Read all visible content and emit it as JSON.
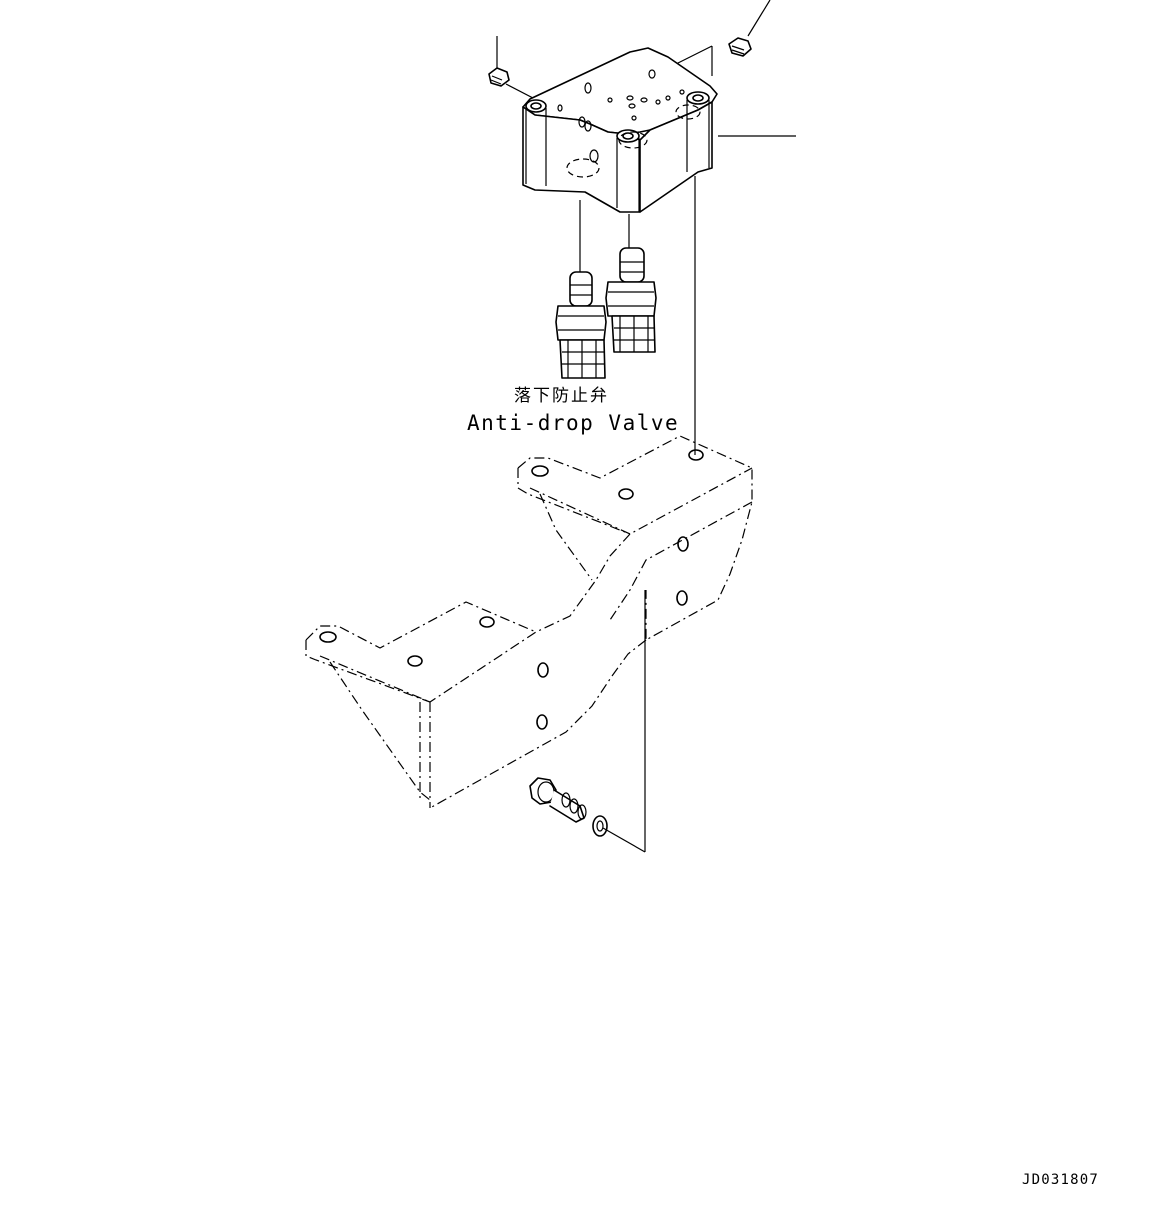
{
  "diagram": {
    "label_japanese": "落下防止弁",
    "label_english": "Anti-drop Valve",
    "drawing_id": "JD031807"
  }
}
